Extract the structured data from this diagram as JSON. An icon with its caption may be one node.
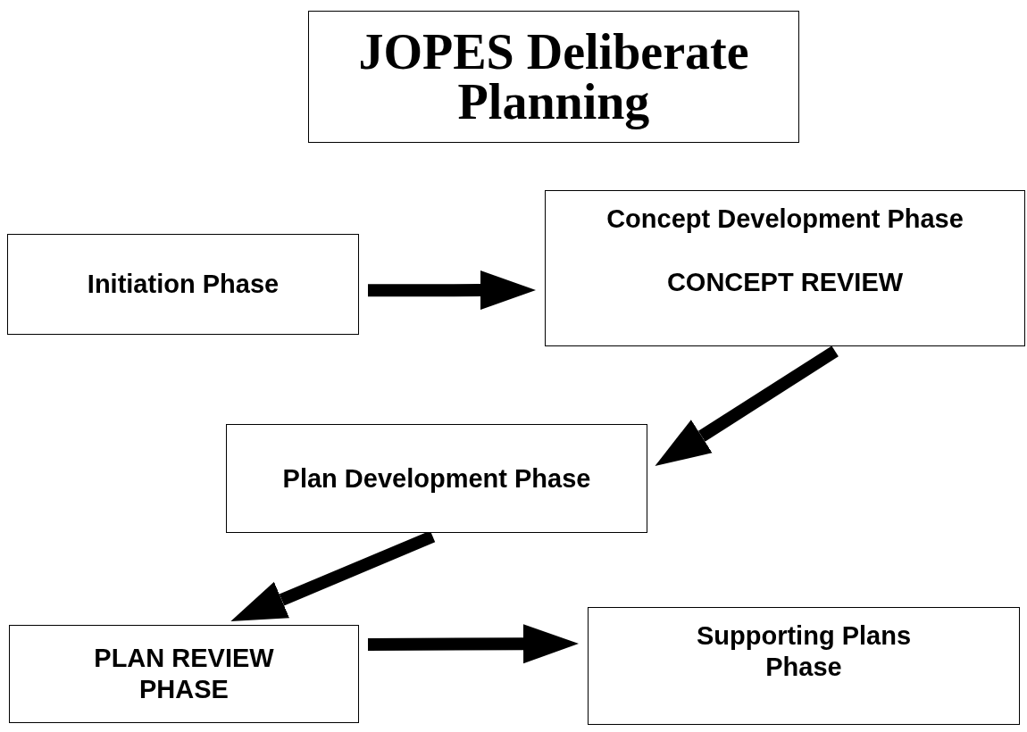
{
  "diagram": {
    "title": "JOPES Deliberate Planning",
    "nodes": [
      {
        "text": [
          "Initiation Phase"
        ]
      },
      {
        "text": [
          "Concept Development Phase",
          "CONCEPT REVIEW"
        ]
      },
      {
        "text": [
          "Plan Development Phase"
        ]
      },
      {
        "text": [
          "PLAN REVIEW PHASE"
        ]
      },
      {
        "text": [
          "Supporting Plans Phase"
        ]
      }
    ],
    "edges": [
      {
        "from": 0,
        "to": 1,
        "arrow": "to"
      },
      {
        "from": 1,
        "to": 2,
        "arrow": "to"
      },
      {
        "from": 2,
        "to": 3,
        "arrow": "to"
      },
      {
        "from": 3,
        "to": 4,
        "arrow": "to"
      }
    ]
  }
}
